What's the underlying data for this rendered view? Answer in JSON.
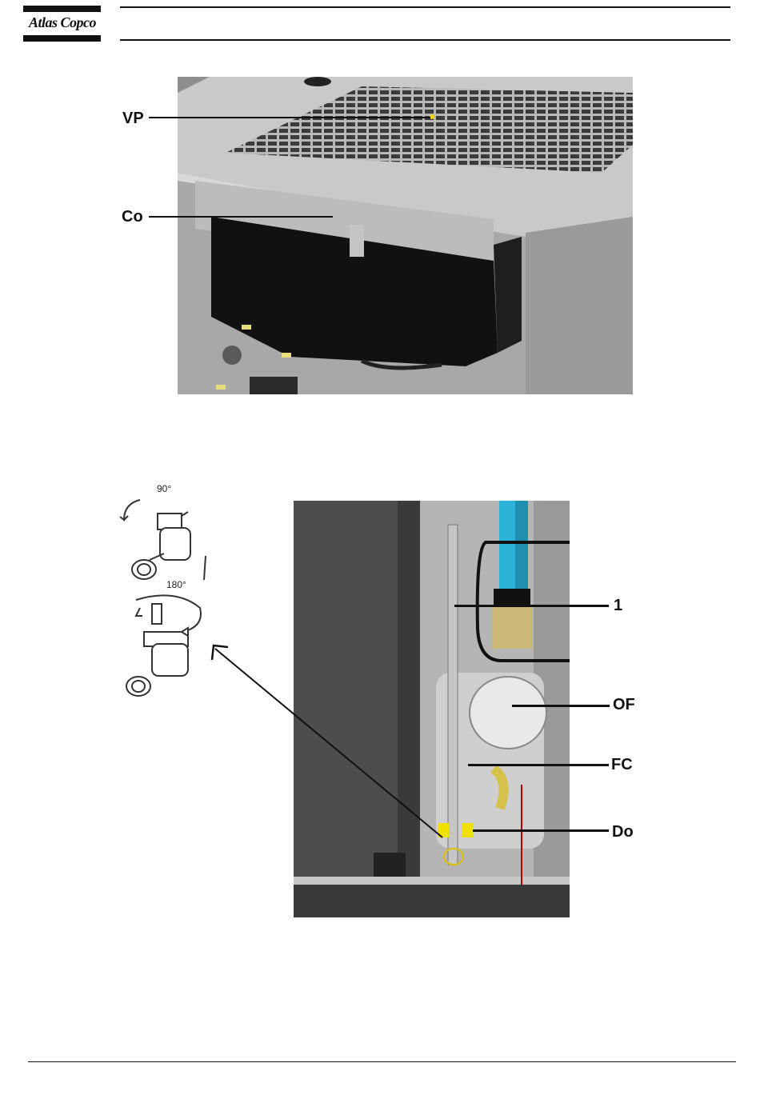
{
  "header": {
    "brand": "Atlas Copco"
  },
  "figure1": {
    "callouts": {
      "vp": "VP",
      "co": "Co"
    }
  },
  "figure2": {
    "callouts": {
      "one": "1",
      "of": "OF",
      "fc": "FC",
      "do": "Do"
    },
    "valve_angles": {
      "first": "90°",
      "second": "180°"
    }
  }
}
